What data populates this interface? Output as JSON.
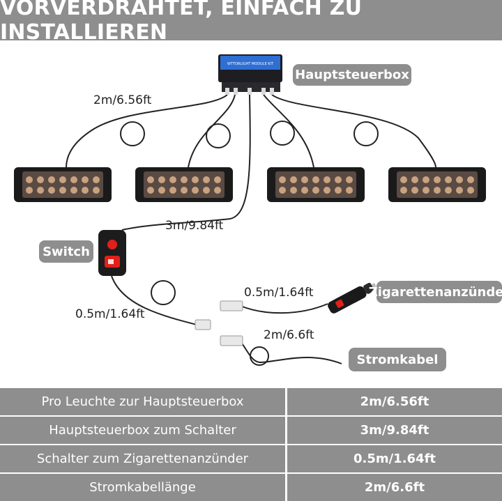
{
  "banner": {
    "title": "VORVERDRAHTET, EINFACH ZU INSTALLIEREN"
  },
  "diagram": {
    "control_box_print": "WTTORLIGHT MODULE KIT",
    "callouts": {
      "control_box": "Hauptsteuerbox",
      "switch": "Switch",
      "cigarette": "Zigarettenanzünder",
      "power_cable": "Stromkabel"
    },
    "cable_labels": {
      "lamp_to_box": "2m/6.56ft",
      "box_to_switch": "3m/9.84ft",
      "switch_to_plug": "0.5m/1.64ft",
      "cigarette_cable": "0.5m/1.64ft",
      "power_cable": "2m/6.6ft"
    }
  },
  "spec_table": [
    {
      "label": "Pro Leuchte zur Hauptsteuerbox",
      "value": "2m/6.56ft"
    },
    {
      "label": "Hauptsteuerbox zum Schalter",
      "value": "3m/9.84ft"
    },
    {
      "label": "Schalter zum Zigarettenanzünder",
      "value": "0.5m/1.64ft"
    },
    {
      "label": "Stromkabellänge",
      "value": "2m/6.6ft"
    }
  ],
  "colors": {
    "banner_bg": "#8e8e8e",
    "table_bg": "#8e8e8e",
    "switch_red": "#e0201c",
    "box_blue": "#2f6fd4"
  }
}
